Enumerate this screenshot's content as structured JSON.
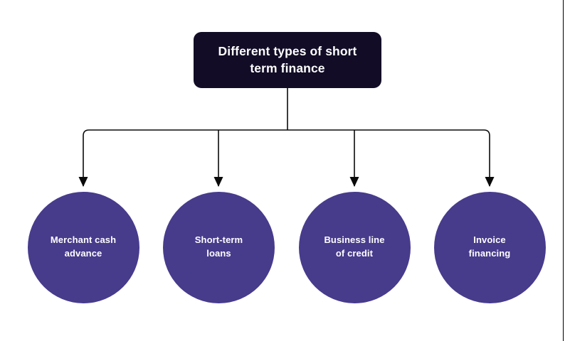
{
  "diagram": {
    "type": "hierarchy-tree",
    "background_color": "#FFFFFF",
    "root": {
      "label": "Different types of short\nterm finance",
      "fill_color": "#120C26",
      "text_color": "#FFFFFF"
    },
    "children": [
      {
        "label": "Merchant cash\nadvance",
        "fill_color": "#473B8C",
        "text_color": "#FFFFFF"
      },
      {
        "label": "Short-term\nloans",
        "fill_color": "#473B8C",
        "text_color": "#FFFFFF"
      },
      {
        "label": "Business line\nof credit",
        "fill_color": "#473B8C",
        "text_color": "#FFFFFF"
      },
      {
        "label": "Invoice\nfinancing",
        "fill_color": "#473B8C",
        "text_color": "#FFFFFF"
      }
    ],
    "connector_color": "#000000"
  }
}
